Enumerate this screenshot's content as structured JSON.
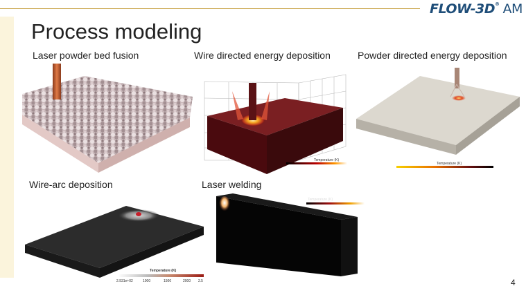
{
  "header": {
    "logo_main": "FLOW-3D",
    "logo_sup": "®",
    "logo_am": "AM"
  },
  "slide": {
    "title": "Process modeling",
    "page_number": "4"
  },
  "panels": [
    {
      "label": "Laser powder bed fusion"
    },
    {
      "label": "Wire directed energy deposition"
    },
    {
      "label": "Powder directed energy deposition"
    },
    {
      "label": "Wire-arc deposition"
    },
    {
      "label": "Laser welding"
    }
  ],
  "wirearc_legend": {
    "title": "Temperature (K)",
    "ticks": [
      "2.931e+02",
      "1000",
      "1500",
      "2000",
      "2.5"
    ]
  },
  "wire_ded_legend": {
    "title": "Temperature (K)"
  },
  "powder_ded_legend": {
    "title": "Temperature (K)"
  },
  "welding_legend": {
    "title": "Temperature (K)"
  },
  "colors": {
    "accent": "#c9a64a",
    "logo": "#1f4e79",
    "sidebar": "#fbf4dc"
  }
}
